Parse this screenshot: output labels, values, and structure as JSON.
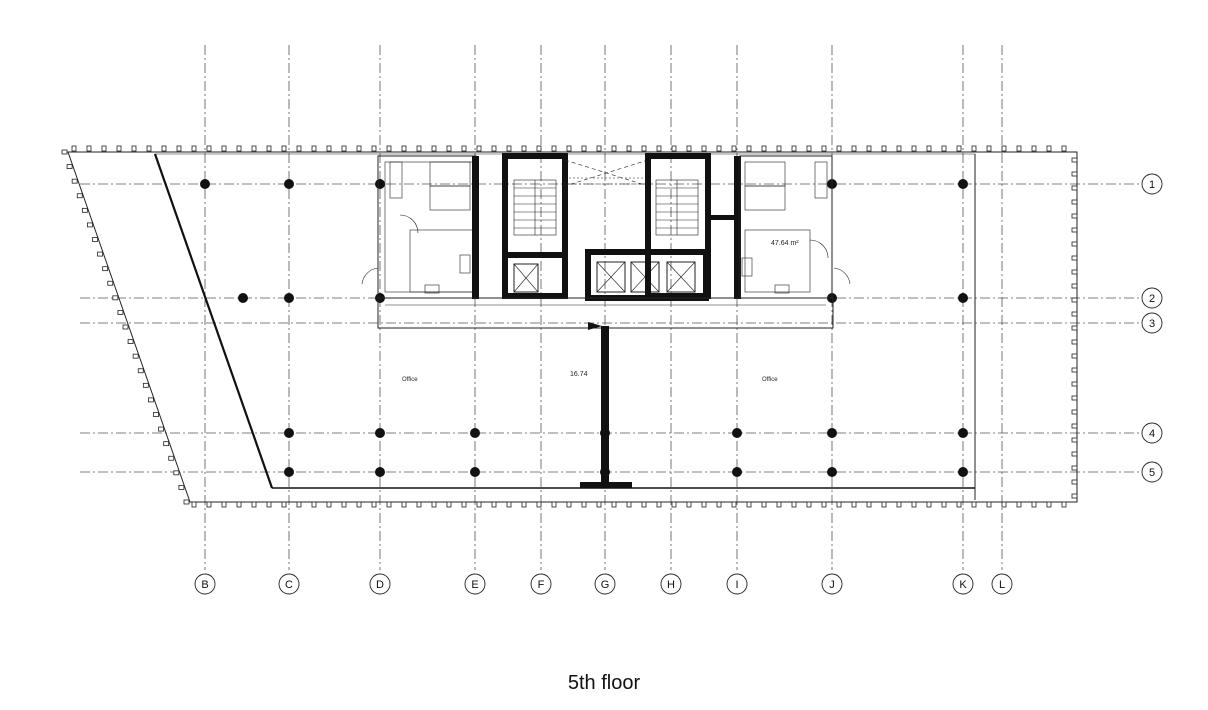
{
  "caption": "5th floor",
  "grid_columns": [
    "B",
    "C",
    "D",
    "E",
    "F",
    "G",
    "H",
    "I",
    "J",
    "K",
    "L"
  ],
  "grid_rows": [
    "1",
    "2",
    "3",
    "4",
    "5"
  ],
  "rooms": {
    "office_left": "Office",
    "office_right": "Office",
    "center_area": "16.74",
    "right_toilet_area": "47.64 m²"
  }
}
